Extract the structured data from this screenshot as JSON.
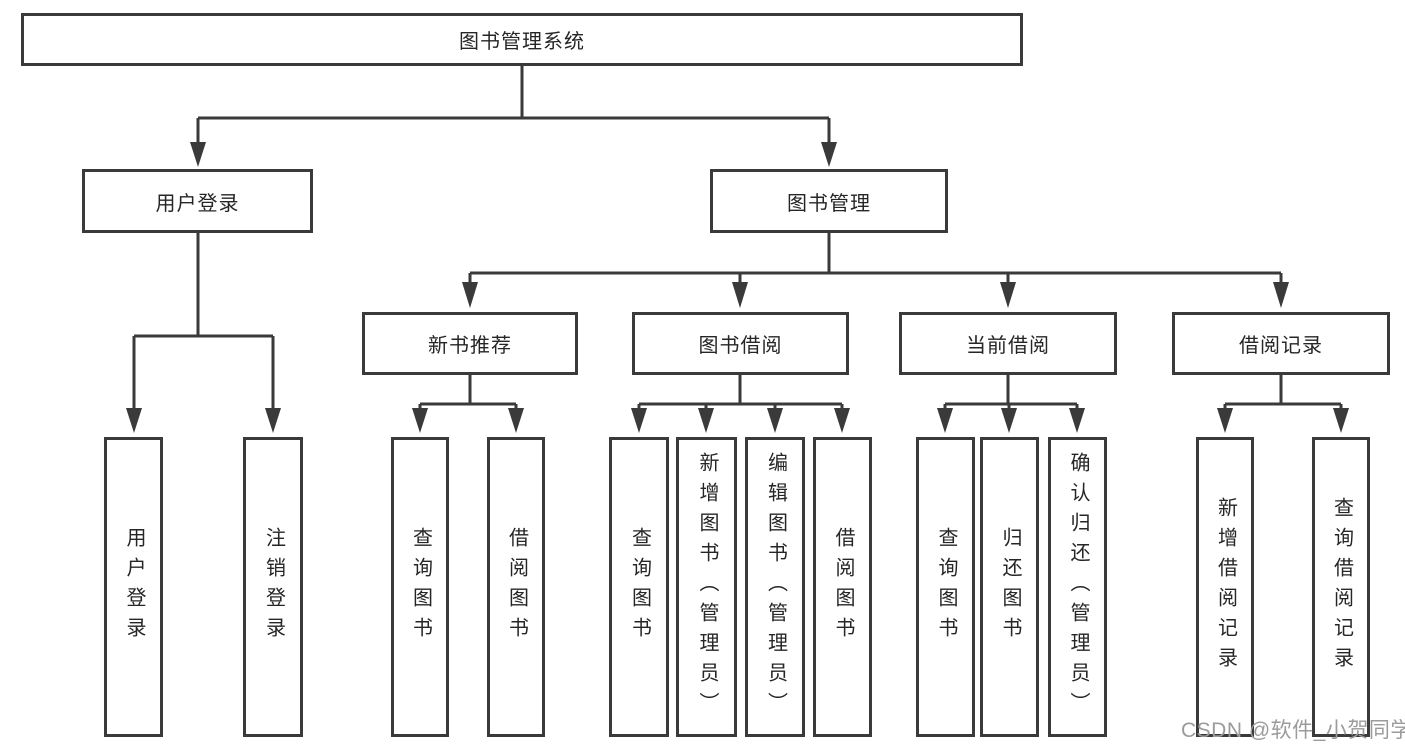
{
  "diagram": {
    "type": "hierarchy-tree",
    "title": "图书管理系统",
    "nodes": {
      "root": "图书管理系统",
      "user_login": "用户登录",
      "book_management": "图书管理",
      "new_book_recommend": "新书推荐",
      "book_borrow": "图书借阅",
      "current_borrow": "当前借阅",
      "borrow_records": "借阅记录",
      "leaf_user_login": "用户登录",
      "leaf_logout_login": "注销登录",
      "leaf_query_books_recommend": "查询图书",
      "leaf_borrow_books_recommend": "借阅图书",
      "leaf_query_books_borrow": "查询图书",
      "leaf_add_books_admin": "新增图书（管理员）",
      "leaf_edit_books_admin": "编辑图书（管理员）",
      "leaf_borrow_books_borrow": "借阅图书",
      "leaf_query_books_current": "查询图书",
      "leaf_return_books": "归还图书",
      "leaf_confirm_return_admin": "确认归还（管理员）",
      "leaf_add_borrow_record": "新增借阅记录",
      "leaf_query_borrow_record": "查询借阅记录"
    },
    "edges": [
      [
        "图书管理系统",
        "用户登录"
      ],
      [
        "图书管理系统",
        "图书管理"
      ],
      [
        "用户登录",
        "用户登录"
      ],
      [
        "用户登录",
        "注销登录"
      ],
      [
        "图书管理",
        "新书推荐"
      ],
      [
        "图书管理",
        "图书借阅"
      ],
      [
        "图书管理",
        "当前借阅"
      ],
      [
        "图书管理",
        "借阅记录"
      ],
      [
        "新书推荐",
        "查询图书"
      ],
      [
        "新书推荐",
        "借阅图书"
      ],
      [
        "图书借阅",
        "查询图书"
      ],
      [
        "图书借阅",
        "新增图书（管理员）"
      ],
      [
        "图书借阅",
        "编辑图书（管理员）"
      ],
      [
        "图书借阅",
        "借阅图书"
      ],
      [
        "当前借阅",
        "查询图书"
      ],
      [
        "当前借阅",
        "归还图书"
      ],
      [
        "当前借阅",
        "确认归还（管理员）"
      ],
      [
        "借阅记录",
        "新增借阅记录"
      ],
      [
        "借阅记录",
        "查询借阅记录"
      ]
    ]
  },
  "watermark": "CSDN @软件_小贺同学",
  "colors": {
    "line": "#3a3a3a",
    "text": "#262626",
    "watermark": "#9b9b9b",
    "background": "#ffffff"
  }
}
